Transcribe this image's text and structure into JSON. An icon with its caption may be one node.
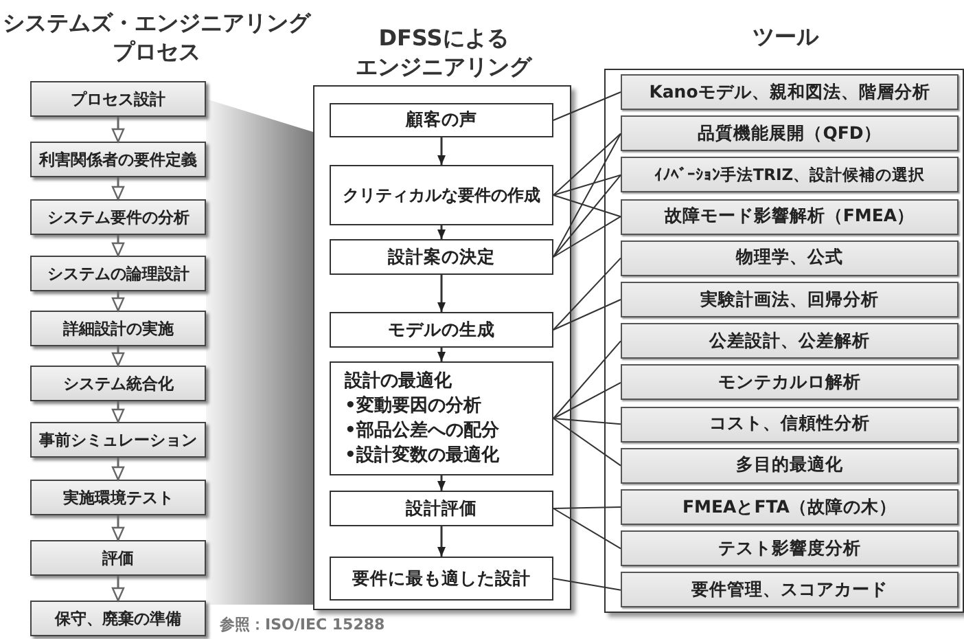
{
  "diagram": {
    "nodes": [
      {
        "text": [
          "プロセス設計"
        ]
      },
      {
        "text": [
          "利害関係者の要件定義"
        ]
      },
      {
        "text": [
          "システム要件の分析"
        ]
      },
      {
        "text": [
          "システムの論理設計"
        ]
      },
      {
        "text": [
          "詳細設計の実施"
        ]
      },
      {
        "text": [
          "システム統合化"
        ]
      },
      {
        "text": [
          "事前シミュレーション"
        ]
      },
      {
        "text": [
          "実施環境テスト"
        ]
      },
      {
        "text": [
          "評価"
        ]
      },
      {
        "text": [
          "保守、廃棄の準備"
        ]
      },
      {
        "text": [
          "DFSSによるエンジニアリング"
        ]
      },
      {
        "text": [
          "顧客の声"
        ],
        "in": 10
      },
      {
        "text": [
          "クリティカルな要件の作成"
        ],
        "in": 10
      },
      {
        "text": [
          "設計案の決定"
        ],
        "in": 10
      },
      {
        "text": [
          "モデルの生成"
        ],
        "in": 10
      },
      {
        "text": [
          "設計の最適化",
          "•変動要因の分析",
          "•部品公差への配分",
          "•設計変数の最適化"
        ],
        "in": 10
      },
      {
        "text": [
          "設計評価"
        ],
        "in": 10
      },
      {
        "text": [
          "要件に最も適した設計"
        ],
        "in": 10
      },
      {
        "text": [
          "ツール"
        ]
      },
      {
        "text": [
          "Kanoモデル、親和図法、階層分析"
        ],
        "in": 18
      },
      {
        "text": [
          "品質機能展開（QFD）"
        ],
        "in": 18
      },
      {
        "text": [
          "ｲﾉﾍﾞｰｼｮﾝ手法TRIZ、設計候補の選択"
        ],
        "in": 18
      },
      {
        "text": [
          "故障モード影響解析（FMEA）"
        ],
        "in": 18
      },
      {
        "text": [
          "物理学、公式"
        ],
        "in": 18
      },
      {
        "text": [
          "実験計画法、回帰分析"
        ],
        "in": 18
      },
      {
        "text": [
          "公差設計、公差解析"
        ],
        "in": 18
      },
      {
        "text": [
          "モンテカルロ解析"
        ],
        "in": 18
      },
      {
        "text": [
          "コスト、信頼性分析"
        ],
        "in": 18
      },
      {
        "text": [
          "多目的最適化"
        ],
        "in": 18
      },
      {
        "text": [
          "FMEAとFTA（故障の木）"
        ],
        "in": 18
      },
      {
        "text": [
          "テスト影響度分析"
        ],
        "in": 18
      },
      {
        "text": [
          "要件管理、スコアカード"
        ],
        "in": 18
      }
    ],
    "edges": [
      {
        "from": 0,
        "to": 1,
        "arrow": "to"
      },
      {
        "from": 1,
        "to": 2,
        "arrow": "to"
      },
      {
        "from": 2,
        "to": 3,
        "arrow": "to"
      },
      {
        "from": 3,
        "to": 4,
        "arrow": "to"
      },
      {
        "from": 4,
        "to": 5,
        "arrow": "to"
      },
      {
        "from": 5,
        "to": 6,
        "arrow": "to"
      },
      {
        "from": 6,
        "to": 7,
        "arrow": "to"
      },
      {
        "from": 7,
        "to": 8,
        "arrow": "to"
      },
      {
        "from": 8,
        "to": 9,
        "arrow": "to"
      },
      {
        "from": 11,
        "to": 12,
        "arrow": "to"
      },
      {
        "from": 12,
        "to": 13,
        "arrow": "to"
      },
      {
        "from": 13,
        "to": 14,
        "arrow": "to"
      },
      {
        "from": 14,
        "to": 15,
        "arrow": "to"
      },
      {
        "from": 15,
        "to": 16,
        "arrow": "to"
      },
      {
        "from": 16,
        "to": 17,
        "arrow": "to"
      },
      {
        "from": 11,
        "to": 19,
        "arrow": "none"
      },
      {
        "from": 12,
        "to": 20,
        "arrow": "none"
      },
      {
        "from": 12,
        "to": 21,
        "arrow": "none"
      },
      {
        "from": 12,
        "to": 22,
        "arrow": "none"
      },
      {
        "from": 13,
        "to": 20,
        "arrow": "none"
      },
      {
        "from": 13,
        "to": 21,
        "arrow": "none"
      },
      {
        "from": 13,
        "to": 22,
        "arrow": "none"
      },
      {
        "from": 14,
        "to": 23,
        "arrow": "none"
      },
      {
        "from": 14,
        "to": 24,
        "arrow": "none"
      },
      {
        "from": 15,
        "to": 25,
        "arrow": "none"
      },
      {
        "from": 15,
        "to": 26,
        "arrow": "none"
      },
      {
        "from": 15,
        "to": 27,
        "arrow": "none"
      },
      {
        "from": 15,
        "to": 28,
        "arrow": "none"
      },
      {
        "from": 16,
        "to": 29,
        "arrow": "none"
      },
      {
        "from": 16,
        "to": 30,
        "arrow": "none"
      },
      {
        "from": 17,
        "to": 31,
        "arrow": "none"
      }
    ],
    "labels": [
      "システムズ・エンジニアリングプロセス",
      "参照：ISO/IEC 15288"
    ]
  }
}
